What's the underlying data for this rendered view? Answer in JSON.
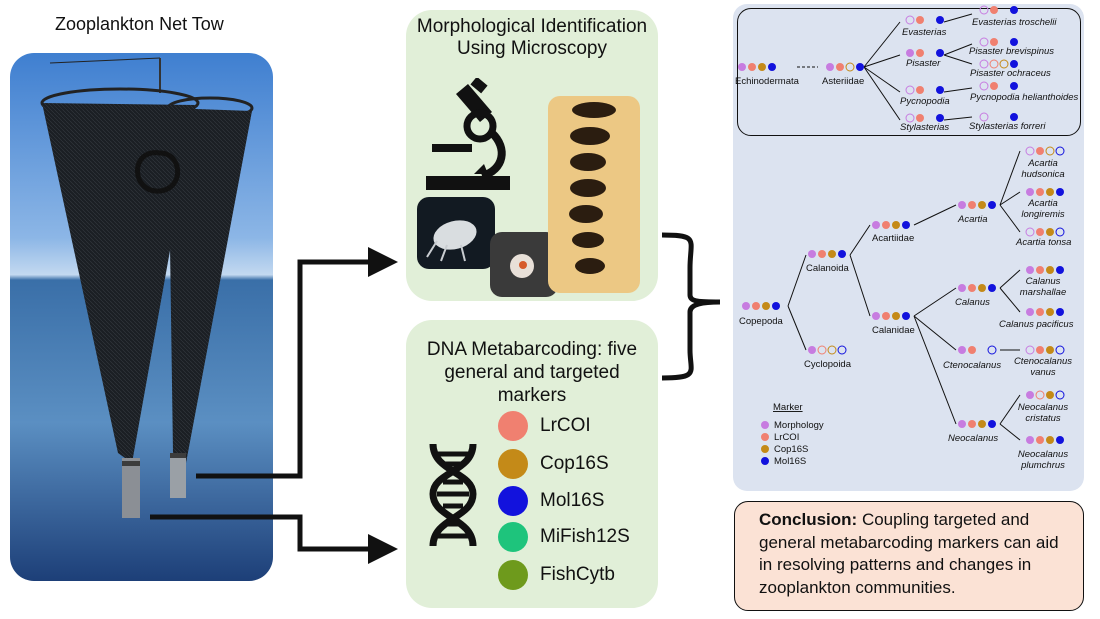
{
  "tow": {
    "title": "Zooplankton Net Tow"
  },
  "morphology": {
    "title": "Morphological Identification Using Microscopy"
  },
  "dna": {
    "title": "DNA Metabarcoding: five general and targeted markers",
    "markers": [
      {
        "label": "LrCOI",
        "color": "#f08070"
      },
      {
        "label": "Cop16S",
        "color": "#c48a18"
      },
      {
        "label": "Mol16S",
        "color": "#1212dd"
      },
      {
        "label": "MiFish12S",
        "color": "#1ec47c"
      },
      {
        "label": "FishCytb",
        "color": "#6e9a1c"
      }
    ]
  },
  "legend": {
    "title": "Marker",
    "items": [
      {
        "label": "Morphology",
        "color": "#c77ce0"
      },
      {
        "label": "LrCOI",
        "color": "#f08070"
      },
      {
        "label": "Cop16S",
        "color": "#c48a18"
      },
      {
        "label": "Mol16S",
        "color": "#1212dd"
      }
    ]
  },
  "tree": {
    "echinodermata": {
      "root": "Echinodermata",
      "family": "Asteriidae",
      "genera": [
        "Evasterias",
        "Pisaster",
        "Pycnopodia",
        "Stylasterias"
      ],
      "species": [
        "Evasterias troschelii",
        "Pisaster brevispinus",
        "Pisaster ochraceus",
        "Pycnopodia helianthoides",
        "Stylasterias forreri"
      ]
    },
    "copepoda": {
      "root": "Copepoda",
      "orders": [
        "Calanoida",
        "Cyclopoida"
      ],
      "families": [
        "Acartiidae",
        "Calanidae"
      ],
      "genera": [
        "Acartia",
        "Calanus",
        "Ctenocalanus",
        "Neocalanus"
      ],
      "species": [
        [
          "Acartia",
          "hudsonica"
        ],
        [
          "Acartia",
          "longiremis"
        ],
        [
          "Acartia tonsa"
        ],
        [
          "Calanus",
          "marshallae"
        ],
        [
          "Calanus pacificus"
        ],
        [
          "Ctenocalanus",
          "vanus"
        ],
        [
          "Neocalanus",
          "cristatus"
        ],
        [
          "Neocalanus",
          "plumchrus"
        ]
      ]
    }
  },
  "conclusion": {
    "label": "Conclusion:",
    "text": " Coupling targeted and general metabarcoding markers can aid in resolving patterns and changes in zooplankton communities."
  }
}
